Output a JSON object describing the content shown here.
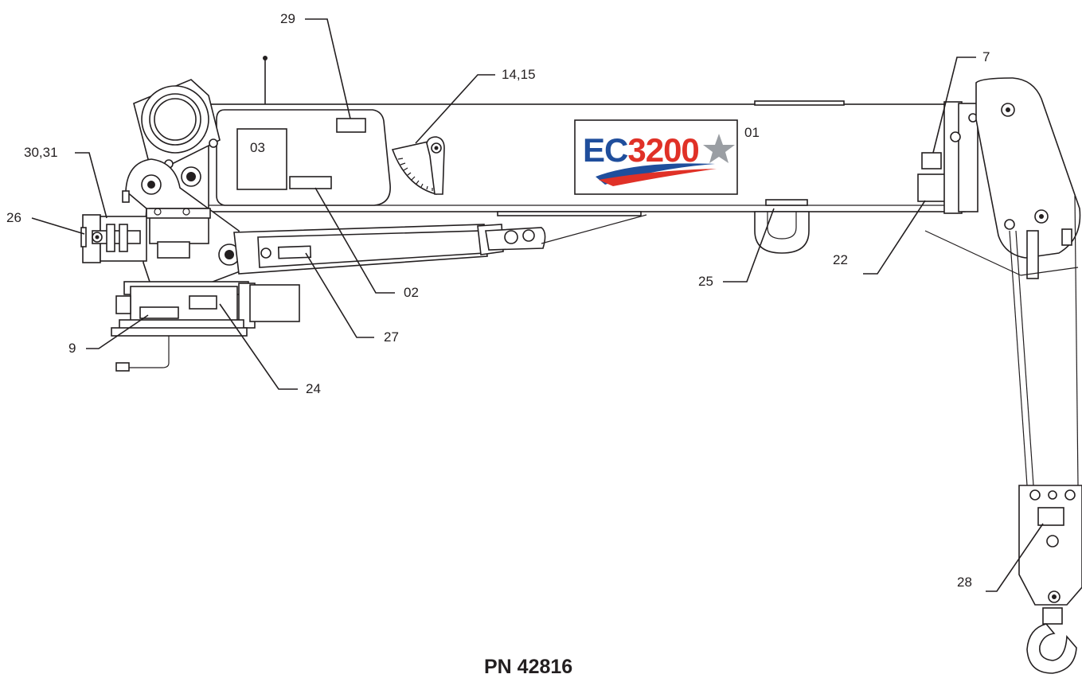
{
  "callouts": {
    "c29": "29",
    "c7": "7",
    "c14_15": "14,15",
    "c30_31": "30,31",
    "c01": "01",
    "c03": "03",
    "c26": "26",
    "c22": "22",
    "c25": "25",
    "c02": "02",
    "c27": "27",
    "c9": "9",
    "c24": "24",
    "c28": "28"
  },
  "logo": {
    "prefix": "EC",
    "model": "3200"
  },
  "part_number": "PN 42816",
  "colors": {
    "line": "#231f20",
    "logo_blue": "#1f4e9c",
    "logo_red": "#e03127",
    "logo_star": "#9a9ea3"
  }
}
